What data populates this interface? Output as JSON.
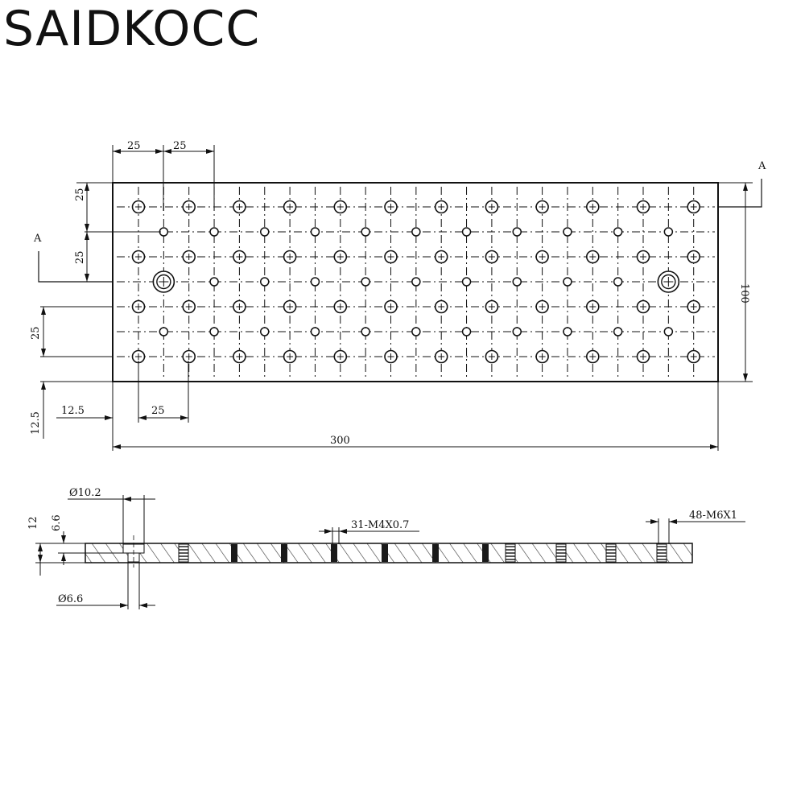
{
  "brand": "SAIDKOCC",
  "colors": {
    "ink": "#111111",
    "background": "#ffffff",
    "hatch": "#333333"
  },
  "top_view": {
    "section_marker_left": "A",
    "section_marker_right": "A",
    "dims": {
      "pitch_x_1": "25",
      "pitch_x_2": "25",
      "pitch_y_1": "25",
      "pitch_y_2": "25",
      "pitch_y_3": "25",
      "edge_y": "12.5",
      "edge_x": "12.5",
      "pitch_x_bottom": "25",
      "width": "300",
      "height": "100"
    },
    "grid": {
      "large_hole_cols": 12,
      "large_hole_rows": 4,
      "small_hole_cols": 11,
      "small_hole_rows": 3,
      "locating_holes": 2
    }
  },
  "section_view": {
    "dims": {
      "counterbore_dia": "Ø10.2",
      "thickness": "12",
      "counterbore_depth": "6.6",
      "through_dia": "Ø6.6"
    },
    "callout_small_thread": "31-M4X0.7",
    "callout_large_thread": "48-M6X1"
  }
}
